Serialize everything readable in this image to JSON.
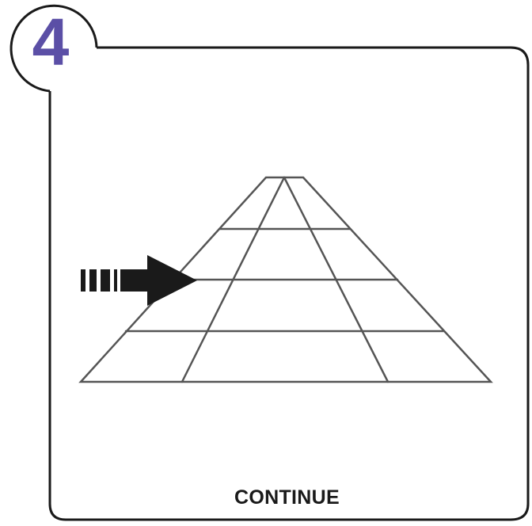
{
  "step": {
    "number": "4",
    "color": "#5b4fa6"
  },
  "caption": {
    "text": "CONTINUE"
  },
  "illustration": {
    "icon": "tilted-grid-pyramid",
    "arrow_icon": "dashed-arrow-right"
  }
}
